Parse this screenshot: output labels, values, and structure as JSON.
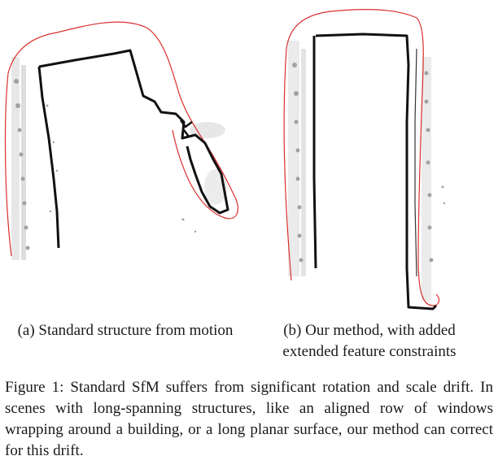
{
  "panels": [
    {
      "id": "a",
      "caption": "(a) Standard structure from motion"
    },
    {
      "id": "b",
      "caption": "(b) Our method, with added extended feature constraints"
    }
  ],
  "figure_caption": "Figure 1: Standard SfM suffers from significant rotation and scale drift. In scenes with long-spanning structures, like an aligned row of windows wrapping around a building, or a long planar surface, our method can correct for this drift.",
  "colors": {
    "trajectory": "#d9302c",
    "structure": "#111111",
    "points": "#555555"
  }
}
